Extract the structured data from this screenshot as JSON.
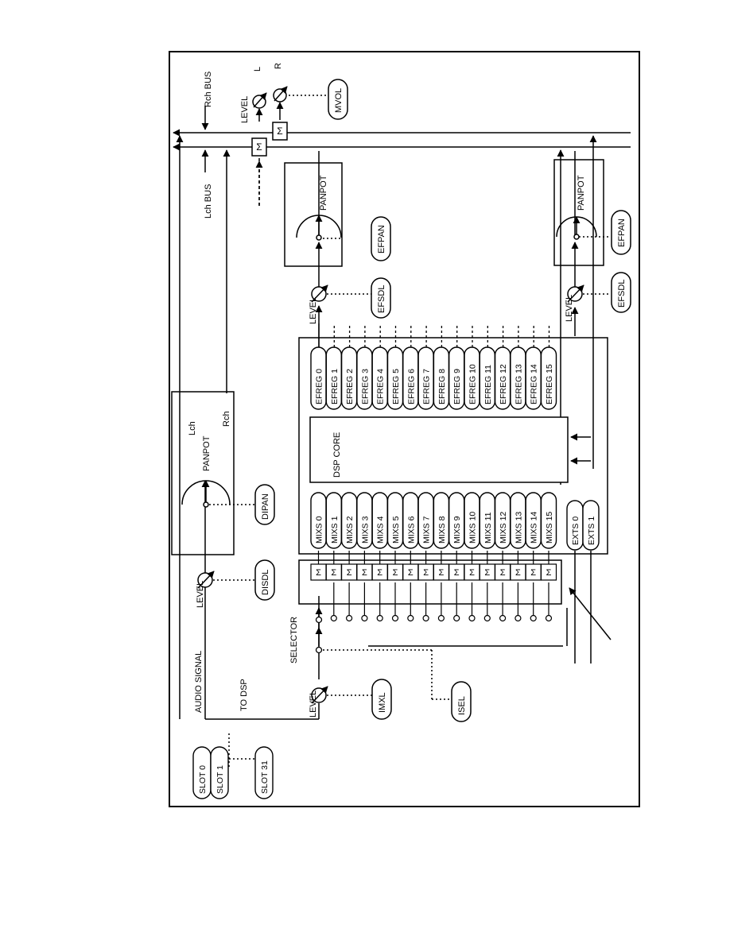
{
  "buses": {
    "rch": "Rch BUS",
    "lch": "Lch BUS"
  },
  "outputs": {
    "left": "L",
    "right": "R"
  },
  "labels": {
    "level": "LEVEL",
    "panpot": "PANPOT",
    "lch": "Lch",
    "rch": "Rch",
    "audio_signal": "AUDIO SIGNAL",
    "to_dsp": "TO DSP",
    "selector": "SELECTOR",
    "dsp_core": "DSP CORE",
    "sum_symbol": "Σ"
  },
  "controls": {
    "mvol": "MVOL",
    "efpan": "EFPAN",
    "efsdl": "EFSDL",
    "dipan": "DIPAN",
    "disdl": "DISDL",
    "imxl": "IMXL",
    "isel": "ISEL"
  },
  "slots": [
    "SLOT 0",
    "SLOT 1",
    "SLOT 31"
  ],
  "mixs": [
    "MIXS 0",
    "MIXS 1",
    "MIXS 2",
    "MIXS 3",
    "MIXS 4",
    "MIXS 5",
    "MIXS 6",
    "MIXS 7",
    "MIXS 8",
    "MIXS 9",
    "MIXS 10",
    "MIXS 11",
    "MIXS 12",
    "MIXS 13",
    "MIXS 14",
    "MIXS 15"
  ],
  "efreg": [
    "EFREG 0",
    "EFREG 1",
    "EFREG 2",
    "EFREG 3",
    "EFREG 4",
    "EFREG 5",
    "EFREG 6",
    "EFREG 7",
    "EFREG 8",
    "EFREG 9",
    "EFREG 10",
    "EFREG 11",
    "EFREG 12",
    "EFREG 13",
    "EFREG 14",
    "EFREG 15"
  ],
  "exts": [
    "EXTS 0",
    "EXTS 1"
  ]
}
